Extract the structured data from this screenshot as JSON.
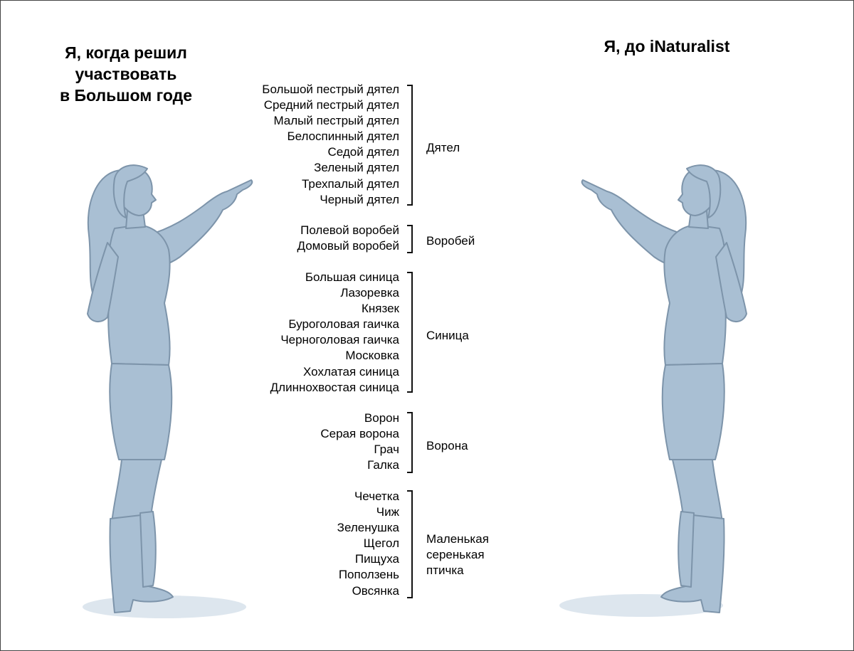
{
  "left_title": "Я, когда решил\nучаствовать\nв Большом годе",
  "right_title": "Я, до iNaturalist",
  "groups": [
    {
      "genus": "Дятел",
      "species": [
        "Большой пестрый дятел",
        "Средний пестрый дятел",
        "Малый пестрый дятел",
        "Белоспинный дятел",
        "Седой дятел",
        "Зеленый дятел",
        "Трехпалый дятел",
        "Черный дятел"
      ]
    },
    {
      "genus": "Воробей",
      "species": [
        "Полевой воробей",
        "Домовый воробей"
      ]
    },
    {
      "genus": "Синица",
      "species": [
        "Большая синица",
        "Лазоревка",
        "Князек",
        "Буроголовая гаичка",
        "Черноголовая гаичка",
        "Московка",
        "Хохлатая синица",
        "Длиннохвостая синица"
      ]
    },
    {
      "genus": "Ворона",
      "species": [
        "Ворон",
        "Серая ворона",
        "Грач",
        "Галка"
      ]
    },
    {
      "genus": "Маленькая\nсеренькая\nптичка",
      "species": [
        "Чечетка",
        "Чиж",
        "Зеленушка",
        "Щегол",
        "Пищуха",
        "Поползень",
        "Овсянка"
      ]
    }
  ],
  "colors": {
    "figure_fill": "#a9bfd3",
    "figure_stroke": "#7d94aa",
    "shadow": "#dde6ee"
  }
}
